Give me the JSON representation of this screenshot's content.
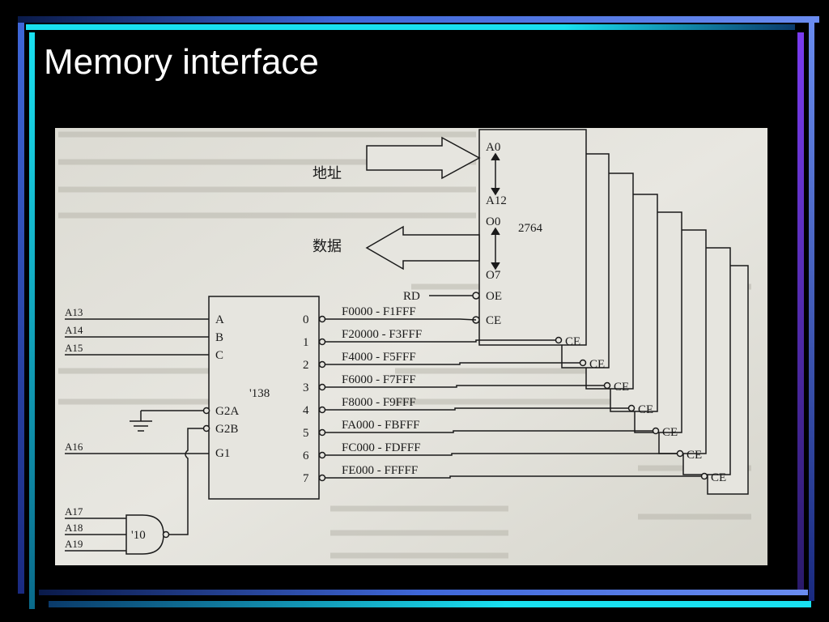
{
  "slide": {
    "title": "Memory interface"
  },
  "diagram": {
    "address_label": "地址",
    "data_label": "数据",
    "chip": {
      "pin_a0": "A0",
      "pin_a12": "A12",
      "pin_o0": "O0",
      "pin_o7": "O7",
      "pin_oe": "OE",
      "pin_ce": "CE",
      "part": "2764"
    },
    "rd_label": "RD",
    "ce_label": "CE",
    "decoder": {
      "part": "'138",
      "inputs": [
        "A",
        "B",
        "C",
        "G2A",
        "G2B",
        "G1"
      ],
      "outputs": [
        "0",
        "1",
        "2",
        "3",
        "4",
        "5",
        "6",
        "7"
      ]
    },
    "address_ranges": [
      "F0000 - F1FFF",
      "F20000 - F3FFF",
      "F4000 - F5FFF",
      "F6000 - F7FFF",
      "F8000 - F9FFF",
      "FA000 - FBFFF",
      "FC000 - FDFFF",
      "FE000 - FFFFF"
    ],
    "address_lines": [
      "A13",
      "A14",
      "A15"
    ],
    "a16": "A16",
    "nand": {
      "part": "'10",
      "inputs": [
        "A17",
        "A18",
        "A19"
      ]
    }
  },
  "colors": {
    "background": "#000000",
    "accent_cyan": "#19e0f0",
    "accent_blue": "#3f67d8",
    "accent_purple": "#7a3cf0",
    "scan_paper": "#e4e3dd"
  }
}
